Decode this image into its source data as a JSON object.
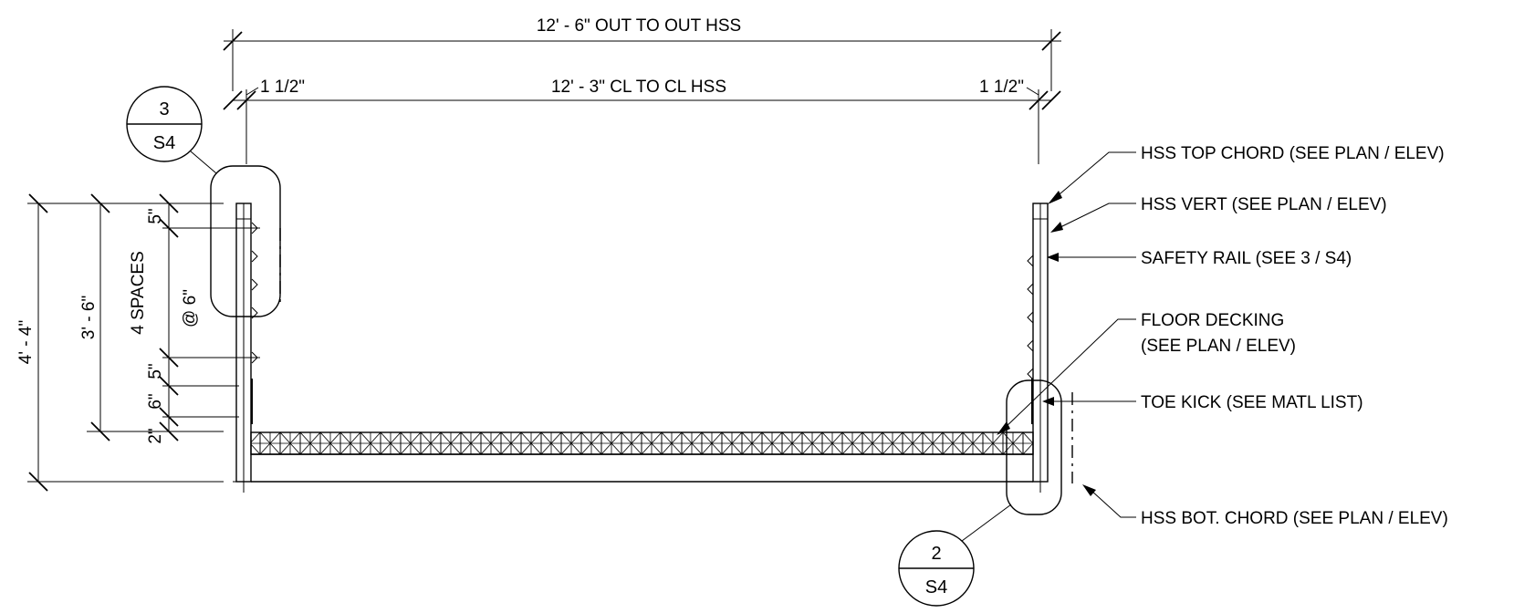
{
  "dimensions": {
    "overall": "12' - 6\" OUT TO OUT HSS",
    "centerline": "12' - 3\" CL TO CL HSS",
    "left_offset": "1 1/2\"",
    "right_offset": "1 1/2\"",
    "height_total": "4' - 4\"",
    "height_rail": "3' - 6\"",
    "top_gap": "5\"",
    "spacing_main": "4 SPACES",
    "spacing_sub": "@ 6\"",
    "mid_gap": "5\"",
    "toe_gap": "6\"",
    "deck_gap": "2\""
  },
  "callouts": [
    {
      "label": "HSS TOP CHORD (SEE PLAN / ELEV)"
    },
    {
      "label": "HSS VERT (SEE PLAN / ELEV)"
    },
    {
      "label": "SAFETY RAIL (SEE 3 / S4)"
    },
    {
      "label": "FLOOR DECKING"
    },
    {
      "label": "(SEE PLAN / ELEV)"
    },
    {
      "label": "TOE KICK (SEE MATL LIST)"
    },
    {
      "label": "HSS BOT. CHORD (SEE PLAN / ELEV)"
    }
  ],
  "detail_bubbles": [
    {
      "number": "3",
      "sheet": "S4"
    },
    {
      "number": "2",
      "sheet": "S4"
    }
  ]
}
